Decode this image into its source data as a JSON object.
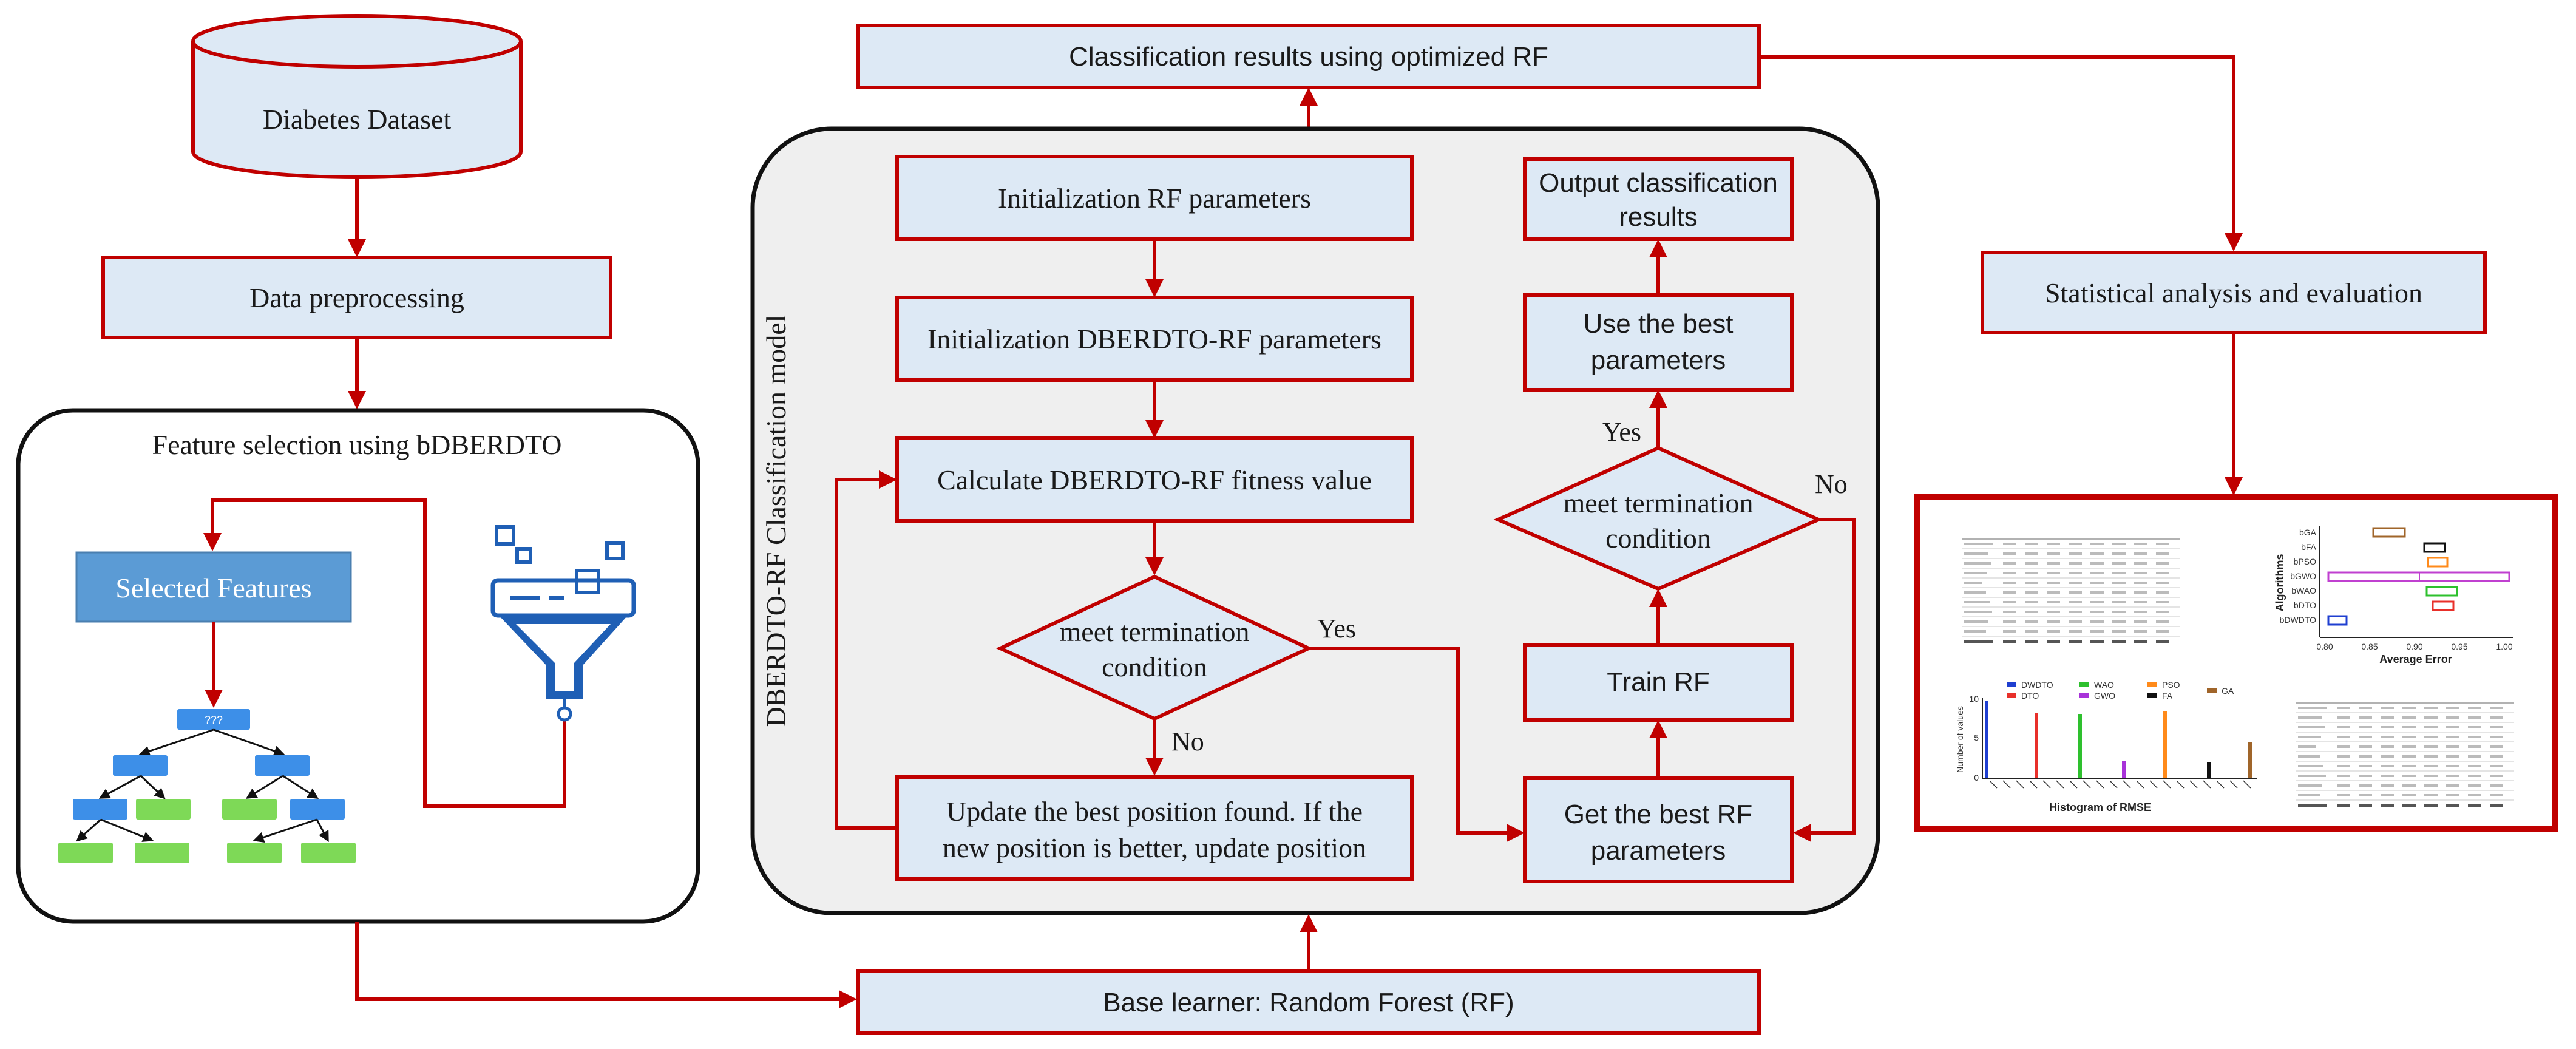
{
  "nodes": {
    "dataset": "Diabetes Dataset",
    "preprocessing": "Data preprocessing",
    "feature_selection_title": "Feature selection using bDBERDTO",
    "selected_features": "Selected Features",
    "tree_root": "???",
    "classification_results": "Classification results using optimized RF",
    "model_title": "DBERDTO-RF Classification model",
    "init_rf": "Initialization RF parameters",
    "init_dberdto": "Initialization DBERDTO-RF parameters",
    "fitness": "Calculate DBERDTO-RF fitness value",
    "termination_left": [
      "meet termination",
      "condition"
    ],
    "update": [
      "Update the best position found. If the",
      "new position is better, update position"
    ],
    "get_best": [
      "Get the best RF",
      "parameters"
    ],
    "train_rf": "Train RF",
    "termination_right": [
      "meet termination",
      "condition"
    ],
    "use_best": [
      "Use the best",
      "parameters"
    ],
    "output": [
      "Output classification",
      "results"
    ],
    "base_learner": "Base learner: Random Forest (RF)",
    "stats": "Statistical analysis and evaluation"
  },
  "labels": {
    "yes_left": "Yes",
    "no_left": "No",
    "yes_right": "Yes",
    "no_right": "No"
  },
  "thumbnails": {
    "boxplot": {
      "ylabel": "Algorithms",
      "xlabel": "Average Error",
      "algorithms": [
        "bGA",
        "bFA",
        "bPSO",
        "bGWO",
        "bWAO",
        "bDTO",
        "bDWDTO"
      ],
      "ticks": [
        "0.80",
        "0.85",
        "0.90",
        "0.95",
        "1.00"
      ]
    },
    "histogram": {
      "ylabel": "Number of values",
      "xlabel": "Histogram of RMSE",
      "yticks": [
        "0",
        "5",
        "10"
      ],
      "legend": [
        "DWDTO",
        "DTO",
        "WAO",
        "GWO",
        "PSO",
        "FA",
        "GA"
      ]
    }
  },
  "colors": {
    "box_fill": "#dde9f5",
    "box_stroke": "#c00000",
    "arrow": "#c00000",
    "panel_fill": "#efefef",
    "selected_fill": "#5b9bd5",
    "tree_blue": "#3d8fe8",
    "tree_green": "#7ed957",
    "funnel": "#1f5fb5",
    "legend_colors": [
      "#1f3fd0",
      "#e8302a",
      "#2ec02e",
      "#a832d9",
      "#ff8a1a",
      "#111111",
      "#a0652a"
    ]
  }
}
